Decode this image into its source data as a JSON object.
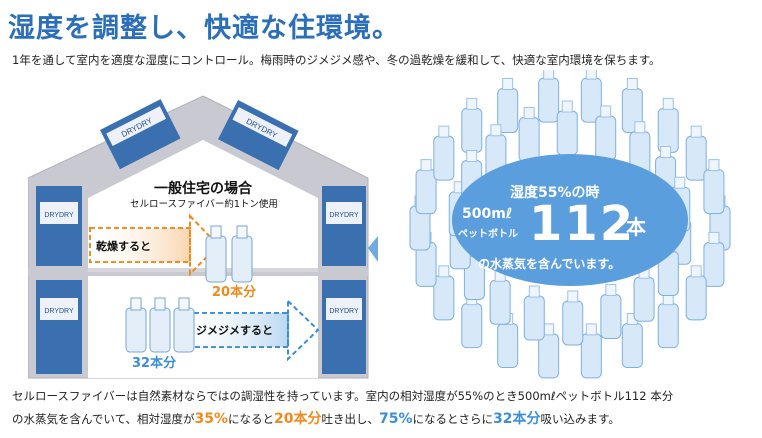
{
  "headline": "湿度を調整し、快適な住環境。",
  "subline": "1年を通して室内を適度な湿度にコントロール。梅雨時のジメジメ感や、冬の過乾燥を緩和して、快適な室内環境を保ちます。",
  "house": {
    "title": "一般住宅の場合",
    "subtitle": "セルロースファイバー約1トン使用",
    "board_brand": "DRYDRY",
    "dry_label": "乾燥すると",
    "humid_label": "ジメジメすると",
    "dry_count": "20本分",
    "humid_count": "32本分"
  },
  "circle": {
    "line1": "湿度55%の時",
    "ml": "500mℓ",
    "pet": "ペットボトル",
    "big_number": "112",
    "unit": "本",
    "line3": "の水蒸気を含んでいます。"
  },
  "footer": {
    "line1": "セルロースファイバーは自然素材ならではの調湿性を持っています。室内の相対湿度が55%のとき500mℓペットボトル112 本分",
    "line2_a": "の水蒸気を含んでいて、相対湿度が",
    "pct1": "35%",
    "line2_b": "になると",
    "cnt1": "20本分",
    "line2_c": "吐き出し、",
    "pct2": "75%",
    "line2_d": "になるとさらに",
    "cnt2": "32本分",
    "line2_e": "吸い込みます。"
  },
  "colors": {
    "headline": "#2a6fb8",
    "orange": "#f08a1c",
    "blue": "#3b8fd6",
    "house_wall": "#c8c8d0",
    "circle": "#7fb3e6"
  }
}
